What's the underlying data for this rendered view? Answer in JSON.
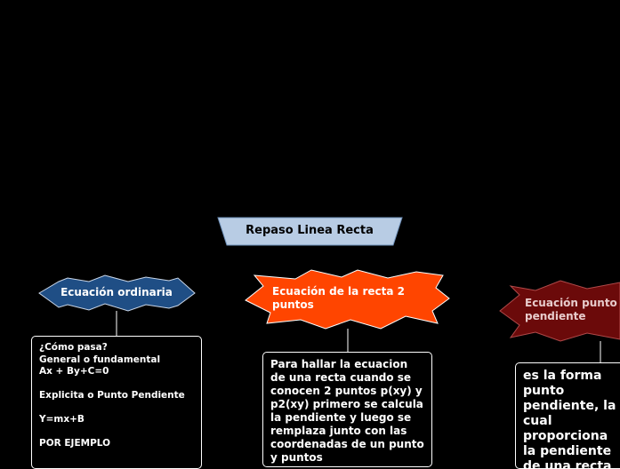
{
  "root": {
    "title": "Repaso Linea Recta"
  },
  "branches": [
    {
      "label": "Ecuación ordinaria",
      "color": "#1f4e85",
      "note": "¿Cómo pasa?\nGeneral o fundamental\nAx + By+C=0\n\nExplicita o Punto Pendiente\n\nY=mx+B\n\nPOR EJEMPLO"
    },
    {
      "label": "Ecuación de la recta 2 puntos",
      "color": "#ff4500",
      "note": "Para hallar la ecuacion de una recta cuando se conocen 2 puntos p(xy) y p2(xy) primero se calcula la pendiente y luego se remplaza junto con las coordenadas de un punto y puntos"
    },
    {
      "label": "Ecuación punto pendiente",
      "color": "#6b0a0a",
      "note": "es la forma punto pendiente, la cual proporciona la pendiente de una recta y las coordenadas de"
    }
  ],
  "colors": {
    "root_fill": "#b8cce4",
    "connector": "#ffffff"
  }
}
